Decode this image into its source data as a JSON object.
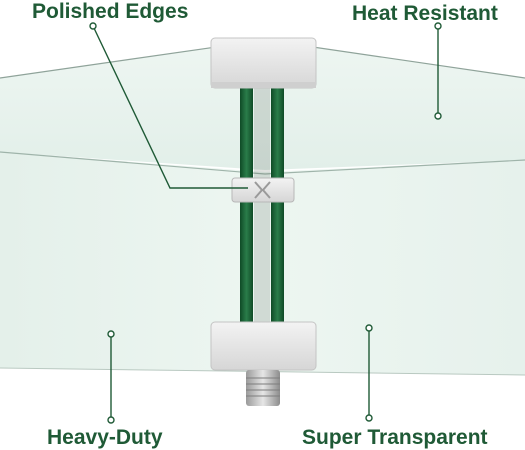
{
  "labels": {
    "polished_edges": "Polished Edges",
    "heat_resistant": "Heat Resistant",
    "heavy_duty": "Heavy-Duty",
    "super_transparent": "Super Transparent"
  },
  "colors": {
    "label_text": "#1f5a36",
    "callout_line": "#1f5a36",
    "glass_tint": "#e2f0ea",
    "glass_edge": "#8fa39a",
    "green_rod": "#1e6a3c",
    "bracket": "#e3e3e3",
    "page_background": "#ffffff"
  }
}
